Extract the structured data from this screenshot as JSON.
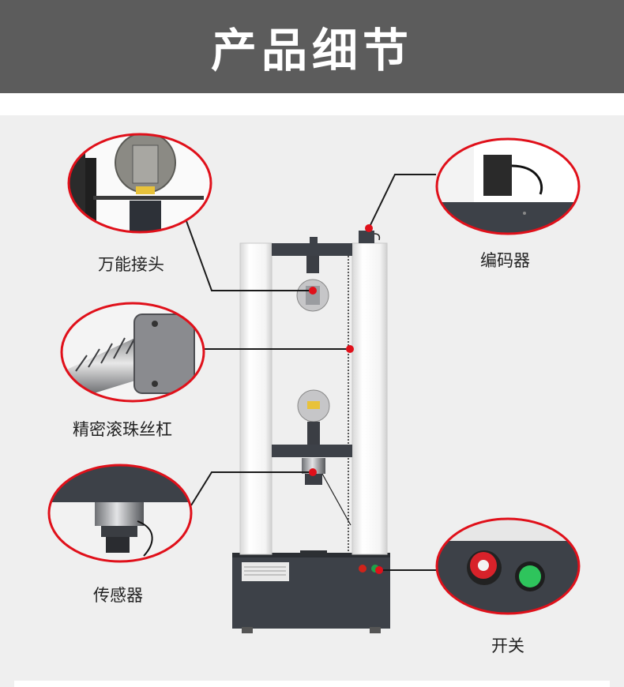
{
  "header": {
    "title": "产品细节"
  },
  "callouts": {
    "universal_joint": "万能接头",
    "encoder": "编码器",
    "ball_screw": "精密滚珠丝杠",
    "sensor": "传感器",
    "switch": "开关"
  },
  "colors": {
    "header_bg": "#5c5c5c",
    "panel_bg": "#efefef",
    "callout_red": "#e0101a",
    "machine_dark": "#3d4148"
  }
}
